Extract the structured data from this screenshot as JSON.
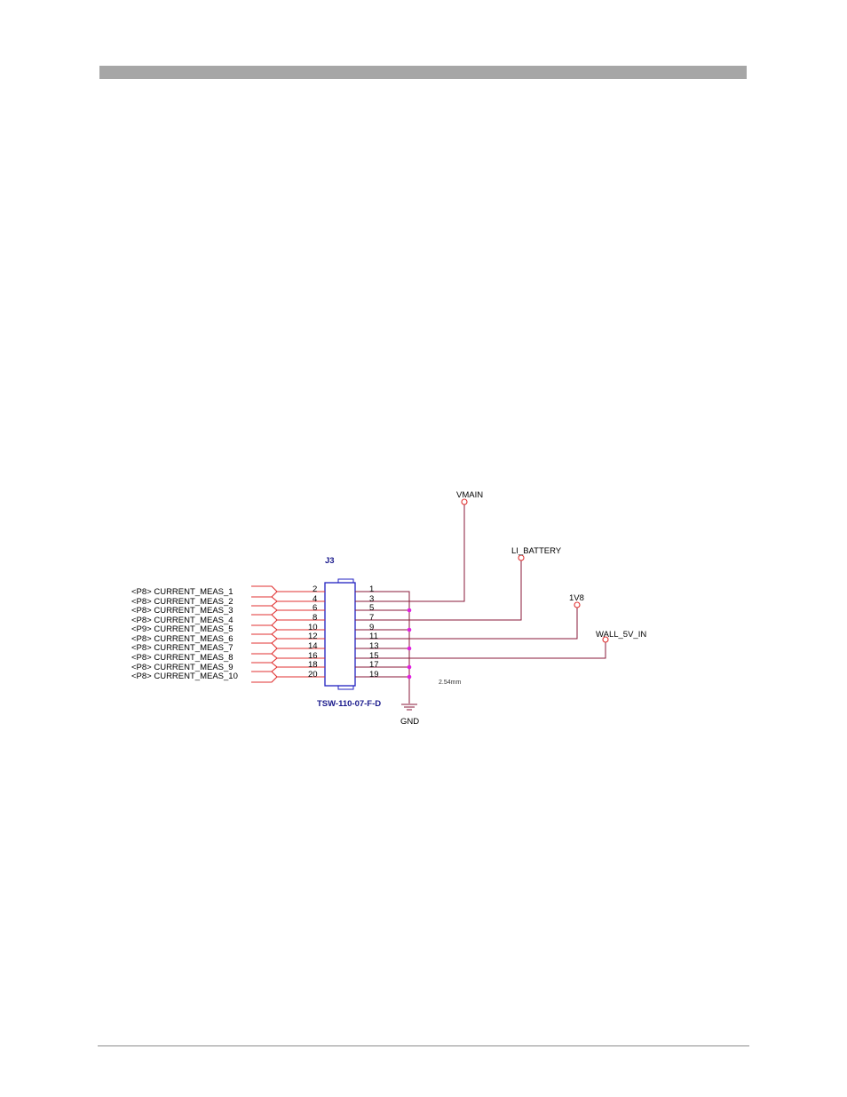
{
  "connector": {
    "refdes": "J3",
    "part_number": "TSW-110-07-F-D",
    "pitch_note": "2.54mm",
    "even_pins": [
      "2",
      "4",
      "6",
      "8",
      "10",
      "12",
      "14",
      "16",
      "18",
      "20"
    ],
    "odd_pins": [
      "1",
      "3",
      "5",
      "7",
      "9",
      "11",
      "13",
      "15",
      "17",
      "19"
    ]
  },
  "signals": [
    "<P8> CURRENT_MEAS_1",
    "<P8> CURRENT_MEAS_2",
    "<P8> CURRENT_MEAS_3",
    "<P8> CURRENT_MEAS_4",
    "<P9> CURRENT_MEAS_5",
    "<P8> CURRENT_MEAS_6",
    "<P8> CURRENT_MEAS_7",
    "<P8> CURRENT_MEAS_8",
    "<P8> CURRENT_MEAS_9",
    "<P8> CURRENT_MEAS_10"
  ],
  "power_nets": {
    "vmain": "VMAIN",
    "li_battery": "LI_BATTERY",
    "v1v8": "1V8",
    "wall_5v": "WALL_5V_IN",
    "gnd": "GND"
  },
  "colors": {
    "wire_red": "#e03030",
    "wire_dark": "#8a1a3a",
    "junction": "#e020e0",
    "connector_body": "#2020c0"
  }
}
